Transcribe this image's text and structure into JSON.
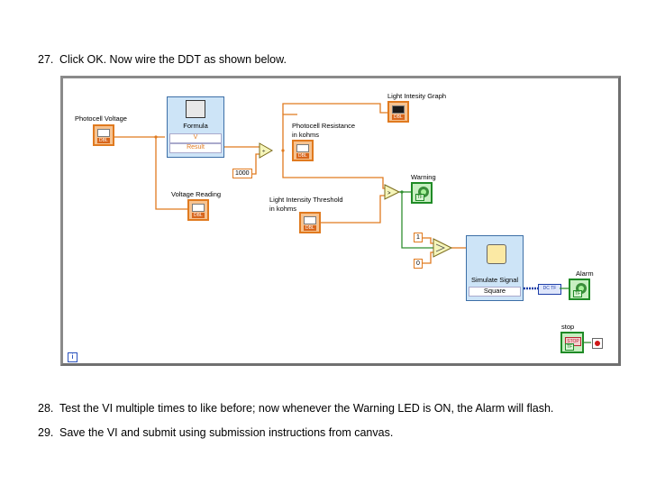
{
  "steps": [
    {
      "num": "27.",
      "text": "Click OK. Now wire the DDT as shown below."
    },
    {
      "num": "28.",
      "text": "Test the VI multiple times to like before; now whenever the Warning LED is ON, the Alarm will flash."
    },
    {
      "num": "29.",
      "text": "Save the VI and submit using submission instructions from canvas."
    }
  ],
  "diagram": {
    "labels": {
      "photocell_voltage": "Photocell Voltage",
      "formula": "Formula",
      "photocell_resistance_1": "Photocell Resistance",
      "photocell_resistance_2": "in kohms",
      "light_intensity_graph": "Light Intesity Graph",
      "voltage_reading": "Voltage Reading",
      "light_threshold_1": "Light Intensity Threshold",
      "light_threshold_2": "in kohms",
      "warning": "Warning",
      "simulate_signal": "Simulate Signal",
      "alarm": "Alarm",
      "stop": "stop"
    },
    "formula_inputs": {
      "v": "V",
      "result": "Result"
    },
    "constants": {
      "thousand": "1000",
      "one": "1",
      "zero": "0"
    },
    "simulate_signal_type": "Square",
    "terminal_tags": {
      "dbl": "DBL",
      "tf": "TF",
      "stop": "STOP",
      "ddt": "DC TF"
    }
  },
  "colors": {
    "double_wire": "#e07a1f",
    "bool_wire": "#2f8f2f",
    "dynamic_wire": "#1e3fa8",
    "node_fill": "#cde4f7",
    "node_border": "#3d6fa7"
  }
}
